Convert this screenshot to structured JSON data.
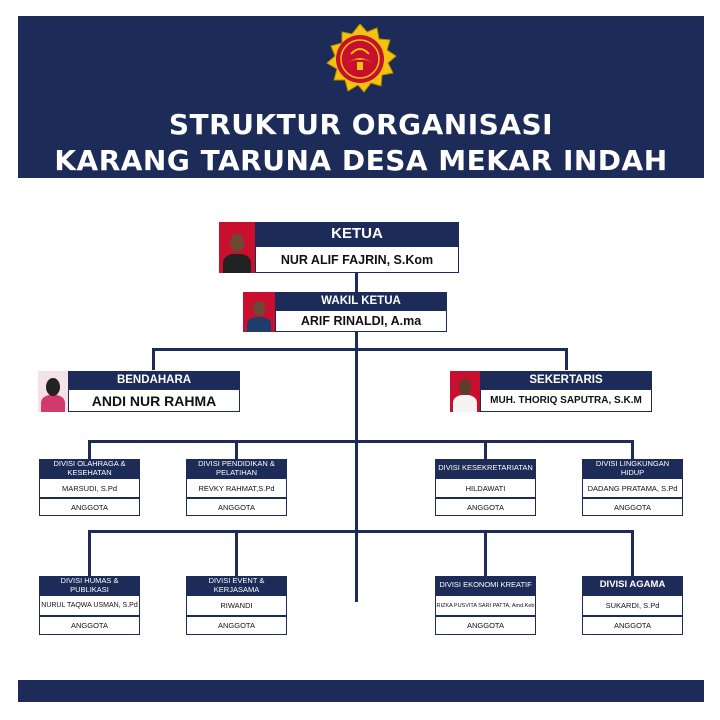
{
  "header": {
    "title_line1": "STRUKTUR ORGANISASI",
    "title_line2": "KARANG TARUNA DESA MEKAR INDAH"
  },
  "ketua": {
    "role": "KETUA",
    "name": "NUR ALIF FAJRIN, S.Kom"
  },
  "wakil": {
    "role": "WAKIL KETUA",
    "name": "ARIF RINALDI, A.ma"
  },
  "bendahara": {
    "role": "BENDAHARA",
    "name": "ANDI NUR RAHMA"
  },
  "sekertaris": {
    "role": "SEKERTARIS",
    "name": "MUH. THORIQ SAPUTRA, S.K.M"
  },
  "divisions": [
    {
      "title": "DIVISI OLAHRAGA & KESEHATAN",
      "name": "MARSUDI, S.Pd",
      "member": "ANGGOTA"
    },
    {
      "title": "DIVISI PENDIDIKAN & PELATIHAN",
      "name": "REVKY RAHMAT,S.Pd",
      "member": "ANGGOTA"
    },
    {
      "title": "DIVISI KESEKRETARIATAN",
      "name": "HILDAWATI",
      "member": "ANGGOTA"
    },
    {
      "title": "DIVISI LINGKUNGAN HIDUP",
      "name": "DADANG PRATAMA, S.Pd",
      "member": "ANGGOTA"
    },
    {
      "title": "DIVISI HUMAS & PUBLIKASI",
      "name": "NURUL TAQWA USMAN, S.Pd",
      "member": "ANGGOTA"
    },
    {
      "title": "DIVISI EVENT & KERJASAMA",
      "name": "RIWANDI",
      "member": "ANGGOTA"
    },
    {
      "title": "DIVISI EKONOMI KREATIF",
      "name": "RIZKA PUSVITA SARI PATTA, Amd.Keb",
      "member": "ANGGOTA"
    },
    {
      "title": "DIVISI AGAMA",
      "name": "SUKARDI, S.Pd",
      "member": "ANGGOTA"
    }
  ],
  "colors": {
    "navy": "#1c2b57",
    "photo_bg": "#c8102e",
    "logo_gold": "#f2c40f",
    "logo_red": "#c8102e"
  }
}
